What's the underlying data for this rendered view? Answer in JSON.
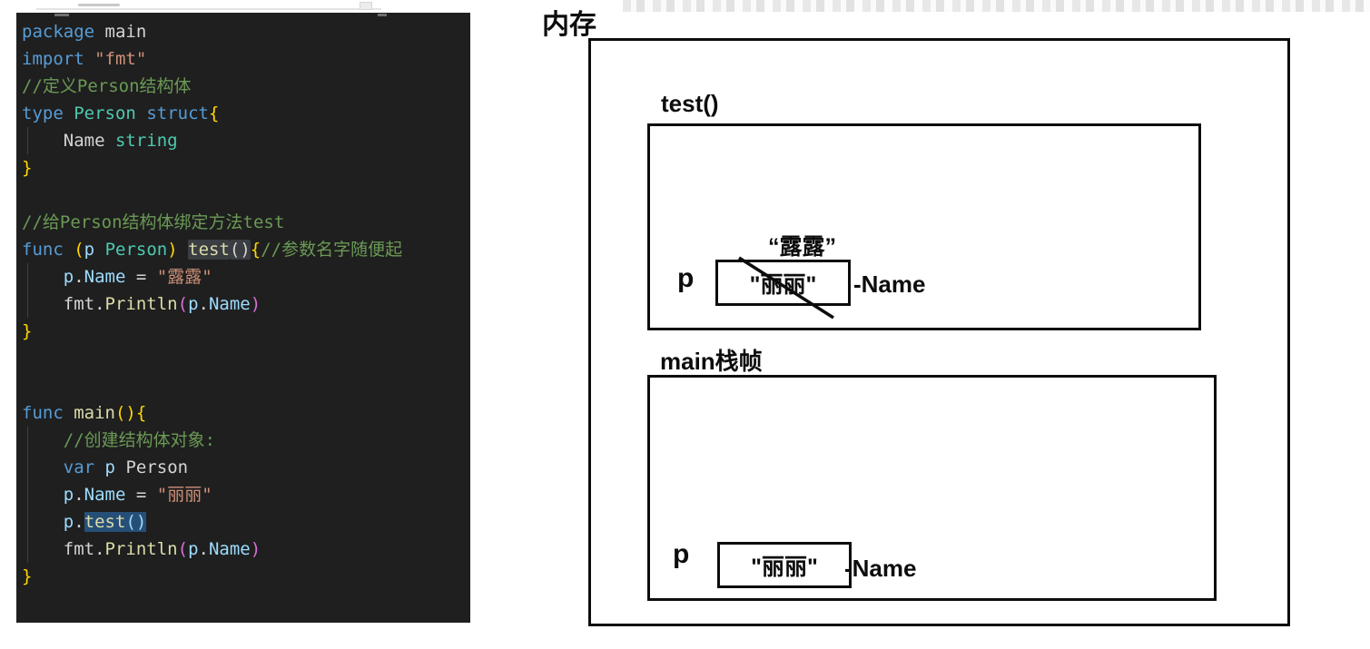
{
  "code_panel": {
    "language": "go",
    "lines": [
      [
        {
          "t": "package",
          "c": "kw"
        },
        {
          "t": " ",
          "c": "txt"
        },
        {
          "t": "main",
          "c": "txt"
        }
      ],
      [
        {
          "t": "import",
          "c": "kw"
        },
        {
          "t": " ",
          "c": "txt"
        },
        {
          "t": "\"fmt\"",
          "c": "str"
        }
      ],
      [
        {
          "t": "//定义Person结构体",
          "c": "com"
        }
      ],
      [
        {
          "t": "type",
          "c": "kw"
        },
        {
          "t": " ",
          "c": "txt"
        },
        {
          "t": "Person",
          "c": "type"
        },
        {
          "t": " ",
          "c": "txt"
        },
        {
          "t": "struct",
          "c": "kw"
        },
        {
          "t": "{",
          "c": "b1"
        }
      ],
      [
        {
          "t": "    Name",
          "c": "txt"
        },
        {
          "t": " ",
          "c": "txt"
        },
        {
          "t": "string",
          "c": "type"
        }
      ],
      [
        {
          "t": "}",
          "c": "b1"
        }
      ],
      [],
      [
        {
          "t": "//给Person结构体绑定方法test",
          "c": "com"
        }
      ],
      [
        {
          "t": "func",
          "c": "kw"
        },
        {
          "t": " ",
          "c": "txt"
        },
        {
          "t": "(",
          "c": "b1"
        },
        {
          "t": "p",
          "c": "var"
        },
        {
          "t": " ",
          "c": "txt"
        },
        {
          "t": "Person",
          "c": "type"
        },
        {
          "t": ")",
          "c": "b1"
        },
        {
          "t": " ",
          "c": "txt"
        },
        {
          "t": "test",
          "c": "fn",
          "h": "word"
        },
        {
          "t": "()",
          "c": "txt",
          "h": "word"
        },
        {
          "t": "{",
          "c": "b1"
        },
        {
          "t": "//参数名字随便起",
          "c": "com"
        }
      ],
      [
        {
          "t": "    ",
          "c": "txt"
        },
        {
          "t": "p",
          "c": "var"
        },
        {
          "t": ".",
          "c": "txt"
        },
        {
          "t": "Name",
          "c": "var"
        },
        {
          "t": " = ",
          "c": "txt"
        },
        {
          "t": "\"露露\"",
          "c": "str"
        }
      ],
      [
        {
          "t": "    ",
          "c": "txt"
        },
        {
          "t": "fmt",
          "c": "txt"
        },
        {
          "t": ".",
          "c": "txt"
        },
        {
          "t": "Println",
          "c": "fn"
        },
        {
          "t": "(",
          "c": "b2"
        },
        {
          "t": "p",
          "c": "var"
        },
        {
          "t": ".",
          "c": "txt"
        },
        {
          "t": "Name",
          "c": "var"
        },
        {
          "t": ")",
          "c": "b2"
        }
      ],
      [
        {
          "t": "}",
          "c": "b1"
        }
      ],
      [],
      [],
      [
        {
          "t": "func",
          "c": "kw"
        },
        {
          "t": " ",
          "c": "txt"
        },
        {
          "t": "main",
          "c": "fn"
        },
        {
          "t": "()",
          "c": "b1"
        },
        {
          "t": "{",
          "c": "b1"
        }
      ],
      [
        {
          "t": "    ",
          "c": "txt"
        },
        {
          "t": "//创建结构体对象:",
          "c": "com"
        }
      ],
      [
        {
          "t": "    ",
          "c": "txt"
        },
        {
          "t": "var",
          "c": "kw"
        },
        {
          "t": " ",
          "c": "txt"
        },
        {
          "t": "p",
          "c": "var"
        },
        {
          "t": " ",
          "c": "txt"
        },
        {
          "t": "Person",
          "c": "txt"
        }
      ],
      [
        {
          "t": "    ",
          "c": "txt"
        },
        {
          "t": "p",
          "c": "var"
        },
        {
          "t": ".",
          "c": "txt"
        },
        {
          "t": "Name",
          "c": "var"
        },
        {
          "t": " = ",
          "c": "txt"
        },
        {
          "t": "\"丽丽\"",
          "c": "str"
        }
      ],
      [
        {
          "t": "    ",
          "c": "txt"
        },
        {
          "t": "p",
          "c": "var"
        },
        {
          "t": ".",
          "c": "txt"
        },
        {
          "t": "test",
          "c": "fn",
          "h": "sel"
        },
        {
          "t": "()",
          "c": "var",
          "h": "sel"
        }
      ],
      [
        {
          "t": "    ",
          "c": "txt"
        },
        {
          "t": "fmt",
          "c": "txt"
        },
        {
          "t": ".",
          "c": "txt"
        },
        {
          "t": "Println",
          "c": "fn"
        },
        {
          "t": "(",
          "c": "b2"
        },
        {
          "t": "p",
          "c": "var"
        },
        {
          "t": ".",
          "c": "txt"
        },
        {
          "t": "Name",
          "c": "var"
        },
        {
          "t": ")",
          "c": "b2"
        }
      ],
      [
        {
          "t": "}",
          "c": "b1"
        }
      ]
    ]
  },
  "diagram": {
    "title": "内存",
    "test_frame": {
      "label": "test()",
      "var_name": "p",
      "boxed_value": "\"丽丽\"",
      "new_value": "“露露”",
      "field_label": "-Name"
    },
    "main_frame": {
      "label": "main栈帧",
      "var_name": "p",
      "boxed_value": "\"丽丽\"",
      "field_label": "-Name"
    }
  },
  "colors": {
    "editor_bg": "#1f1f1f",
    "keyword": "#569CD6",
    "type": "#4EC9B0",
    "string": "#CE9178",
    "comment": "#6A9955",
    "function": "#DCDCAA",
    "variable": "#9CDCFE",
    "selection_bg": "#264F78",
    "word_highlight_bg": "#3a3d41",
    "diagram_ink": "#0d0d0d"
  }
}
